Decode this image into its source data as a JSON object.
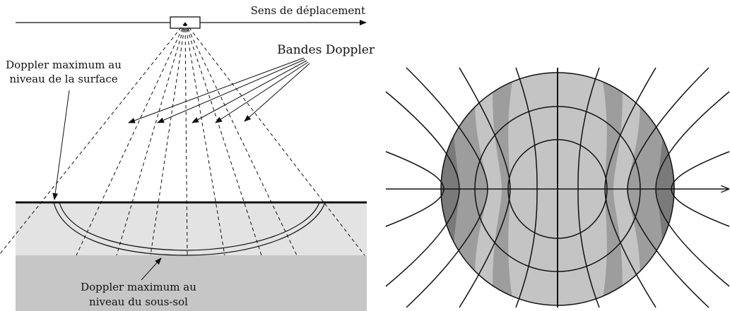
{
  "left_diagram": {
    "direction_label": "Sens de déplacement",
    "bands_label": "Bandes Doppler",
    "surface_label_line1": "Doppler maximum au",
    "surface_label_line2": "niveau de la surface",
    "subsoil_label_line1": "Doppler maximum au",
    "subsoil_label_line2": "niveau du sous-sol",
    "colors": {
      "ground_upper": "#e3e3e3",
      "ground_lower": "#c6c6c6",
      "line": "#111111"
    }
  },
  "right_diagram": {
    "colors": {
      "light": "#c4c4c4",
      "mid": "#9d9d9d",
      "dark": "#7a7a7a",
      "line": "#111111"
    }
  }
}
